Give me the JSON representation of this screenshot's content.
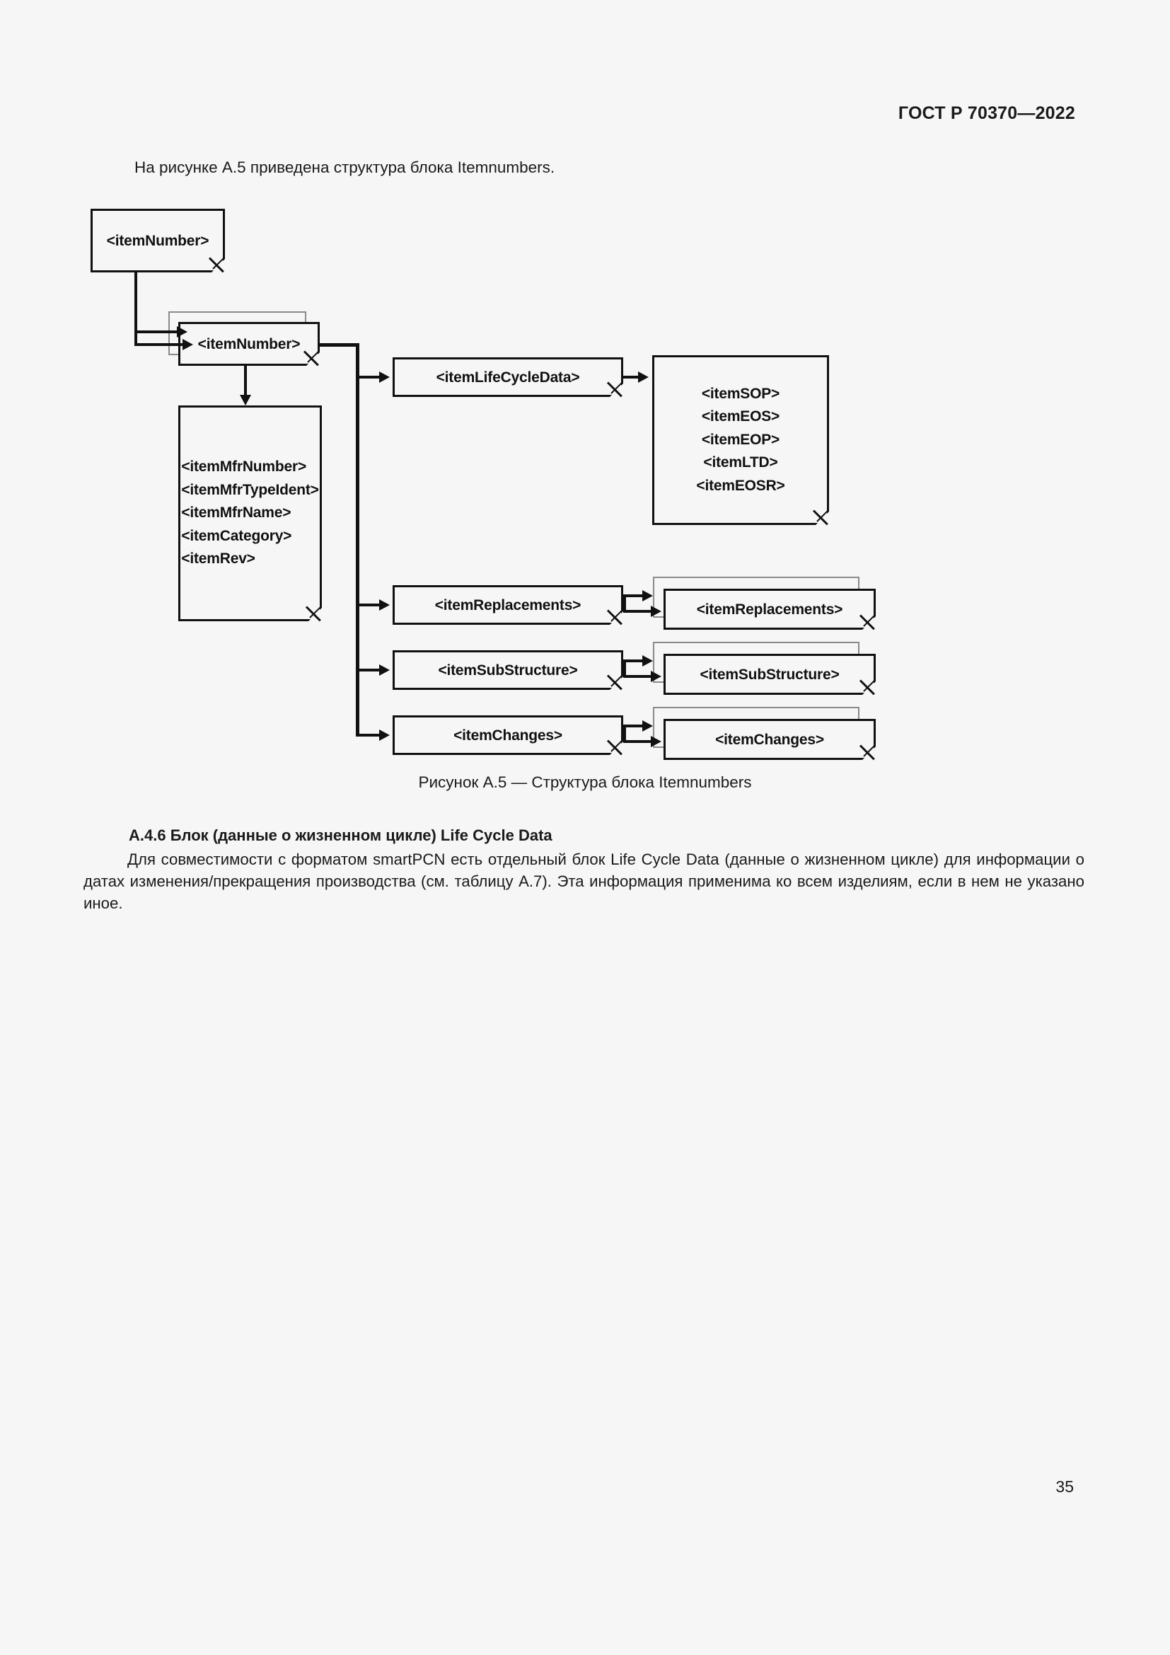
{
  "document": {
    "header": "ГОСТ Р 70370—2022",
    "page_number": "35"
  },
  "intro": {
    "paragraph": "На рисунке А.5 приведена структура блока Itemnumbers."
  },
  "figure": {
    "caption": "Рисунок А.5 — Структура блока Itemnumbers",
    "nodes": {
      "root_item_number": "<itemNumber>",
      "item_number": "<itemNumber>",
      "item_mfr_group": [
        "<itemMfrNumber>",
        "<itemMfrTypeIdent>",
        "<itemMfrName>",
        "<itemCategory>",
        "<itemRev>"
      ],
      "item_life_cycle_data": "<itemLifeCycleData>",
      "item_life_cycle_group": [
        "<itemSOP>",
        "<itemEOS>",
        "<itemEOP>",
        "<itemLTD>",
        "<itemEOSR>"
      ],
      "item_replacements": "<itemReplacements>",
      "item_replacements_child": "<itemReplacements>",
      "item_sub_structure": "<itemSubStructure>",
      "item_sub_structure_child": "<itemSubStructure>",
      "item_changes": "<itemChanges>",
      "item_changes_child": "<itemChanges>"
    }
  },
  "section": {
    "heading": "А.4.6 Блок (данные о жизненном цикле) Life Cycle Data",
    "body": "Для совместимости с форматом smartPCN есть отдельный блок Life Cycle Data (данные о жизненном цикле) для информации о датах изменения/прекращения производства (см. таблицу А.7). Эта информация применима ко всем изделиям, если в нем не указано иное."
  },
  "colors": {
    "page_background": "#f6f6f6",
    "ink": "#111111",
    "stack_outline": "#8a8a8a"
  }
}
